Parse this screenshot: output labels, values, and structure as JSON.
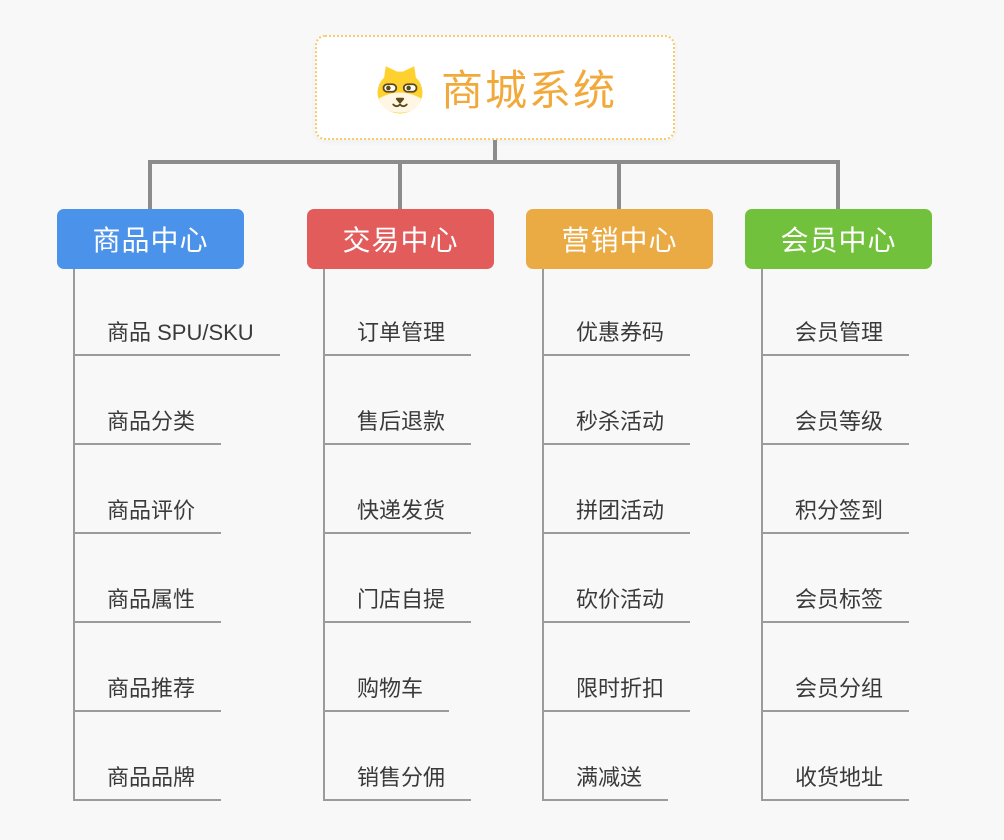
{
  "root": {
    "title": "商城系统",
    "icon": "shiba-dog-icon",
    "accent_color": "#F2A93C",
    "border_color": "#F8CA6E"
  },
  "canvas": {
    "background_color": "#F8F8F8",
    "connector_color": "#8C8C8C"
  },
  "branches": [
    {
      "label": "商品中心",
      "color": "#4B93EA",
      "items": [
        "商品 SPU/SKU",
        "商品分类",
        "商品评价",
        "商品属性",
        "商品推荐",
        "商品品牌"
      ]
    },
    {
      "label": "交易中心",
      "color": "#E25C5C",
      "items": [
        "订单管理",
        "售后退款",
        "快递发货",
        "门店自提",
        "购物车",
        "销售分佣"
      ]
    },
    {
      "label": "营销中心",
      "color": "#EBAB44",
      "items": [
        "优惠券码",
        "秒杀活动",
        "拼团活动",
        "砍价活动",
        "限时折扣",
        "满减送"
      ]
    },
    {
      "label": "会员中心",
      "color": "#71C13C",
      "items": [
        "会员管理",
        "会员等级",
        "积分签到",
        "会员标签",
        "会员分组",
        "收货地址"
      ]
    }
  ]
}
